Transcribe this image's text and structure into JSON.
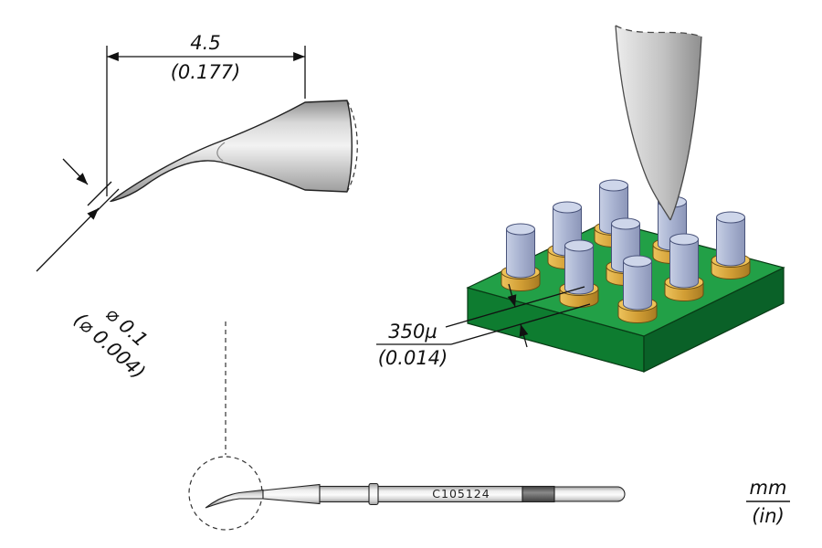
{
  "drawing": {
    "length_dim": {
      "value_mm": "4.5",
      "value_in": "(0.177)"
    },
    "diameter_dim": {
      "value_mm": "⌀ 0.1",
      "value_in": "(⌀ 0.004)"
    },
    "pitch_dim": {
      "value_mm": "350µ",
      "value_in": "(0.014)"
    },
    "part_number": "C105124",
    "units": {
      "primary": "mm",
      "secondary": "(in)"
    }
  },
  "colors": {
    "board_green_top": "#22a047",
    "board_green_left": "#0e7c30",
    "board_green_right": "#0a6128",
    "pin_blue": "#aab4d2",
    "pad_gold": "#d29e35",
    "metal_gray": "#c9c9c9",
    "line_black": "#111111"
  }
}
